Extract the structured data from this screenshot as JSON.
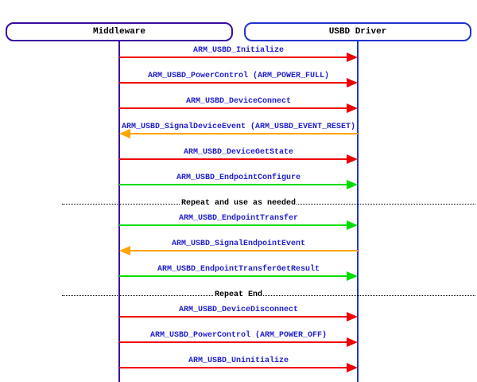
{
  "participants": [
    {
      "name": "Middleware",
      "border_color": "#3A0CA0"
    },
    {
      "name": "USBD Driver",
      "border_color": "#2233CC"
    }
  ],
  "palette": {
    "red": "#EE0000",
    "orange": "#FFA500",
    "green": "#00DD00",
    "message_text": "#2121CE",
    "separator_text": "#000000",
    "separator_line": "#000000"
  },
  "rows": [
    {
      "type": "message",
      "label": "ARM_USBD_Initialize",
      "direction": "right",
      "color": "red"
    },
    {
      "type": "message",
      "label": "ARM_USBD_PowerControl (ARM_POWER_FULL)",
      "direction": "right",
      "color": "red"
    },
    {
      "type": "message",
      "label": "ARM_USBD_DeviceConnect",
      "direction": "right",
      "color": "red"
    },
    {
      "type": "message",
      "label": "ARM_USBD_SignalDeviceEvent (ARM_USBD_EVENT_RESET)",
      "direction": "left",
      "color": "orange"
    },
    {
      "type": "message",
      "label": "ARM_USBD_DeviceGetState",
      "direction": "right",
      "color": "red"
    },
    {
      "type": "message",
      "label": "ARM_USBD_EndpointConfigure",
      "direction": "right",
      "color": "green"
    },
    {
      "type": "separator",
      "label": "Repeat and use as needed"
    },
    {
      "type": "message",
      "label": "ARM_USBD_EndpointTransfer",
      "direction": "right",
      "color": "green"
    },
    {
      "type": "message",
      "label": "ARM_USBD_SignalEndpointEvent",
      "direction": "left",
      "color": "orange"
    },
    {
      "type": "message",
      "label": "ARM_USBD_EndpointTransferGetResult",
      "direction": "right",
      "color": "green"
    },
    {
      "type": "separator",
      "label": "Repeat End"
    },
    {
      "type": "message",
      "label": "ARM_USBD_DeviceDisconnect",
      "direction": "right",
      "color": "red"
    },
    {
      "type": "message",
      "label": "ARM_USBD_PowerControl (ARM_POWER_OFF)",
      "direction": "right",
      "color": "red"
    },
    {
      "type": "message",
      "label": "ARM_USBD_Uninitialize",
      "direction": "right",
      "color": "red"
    }
  ]
}
